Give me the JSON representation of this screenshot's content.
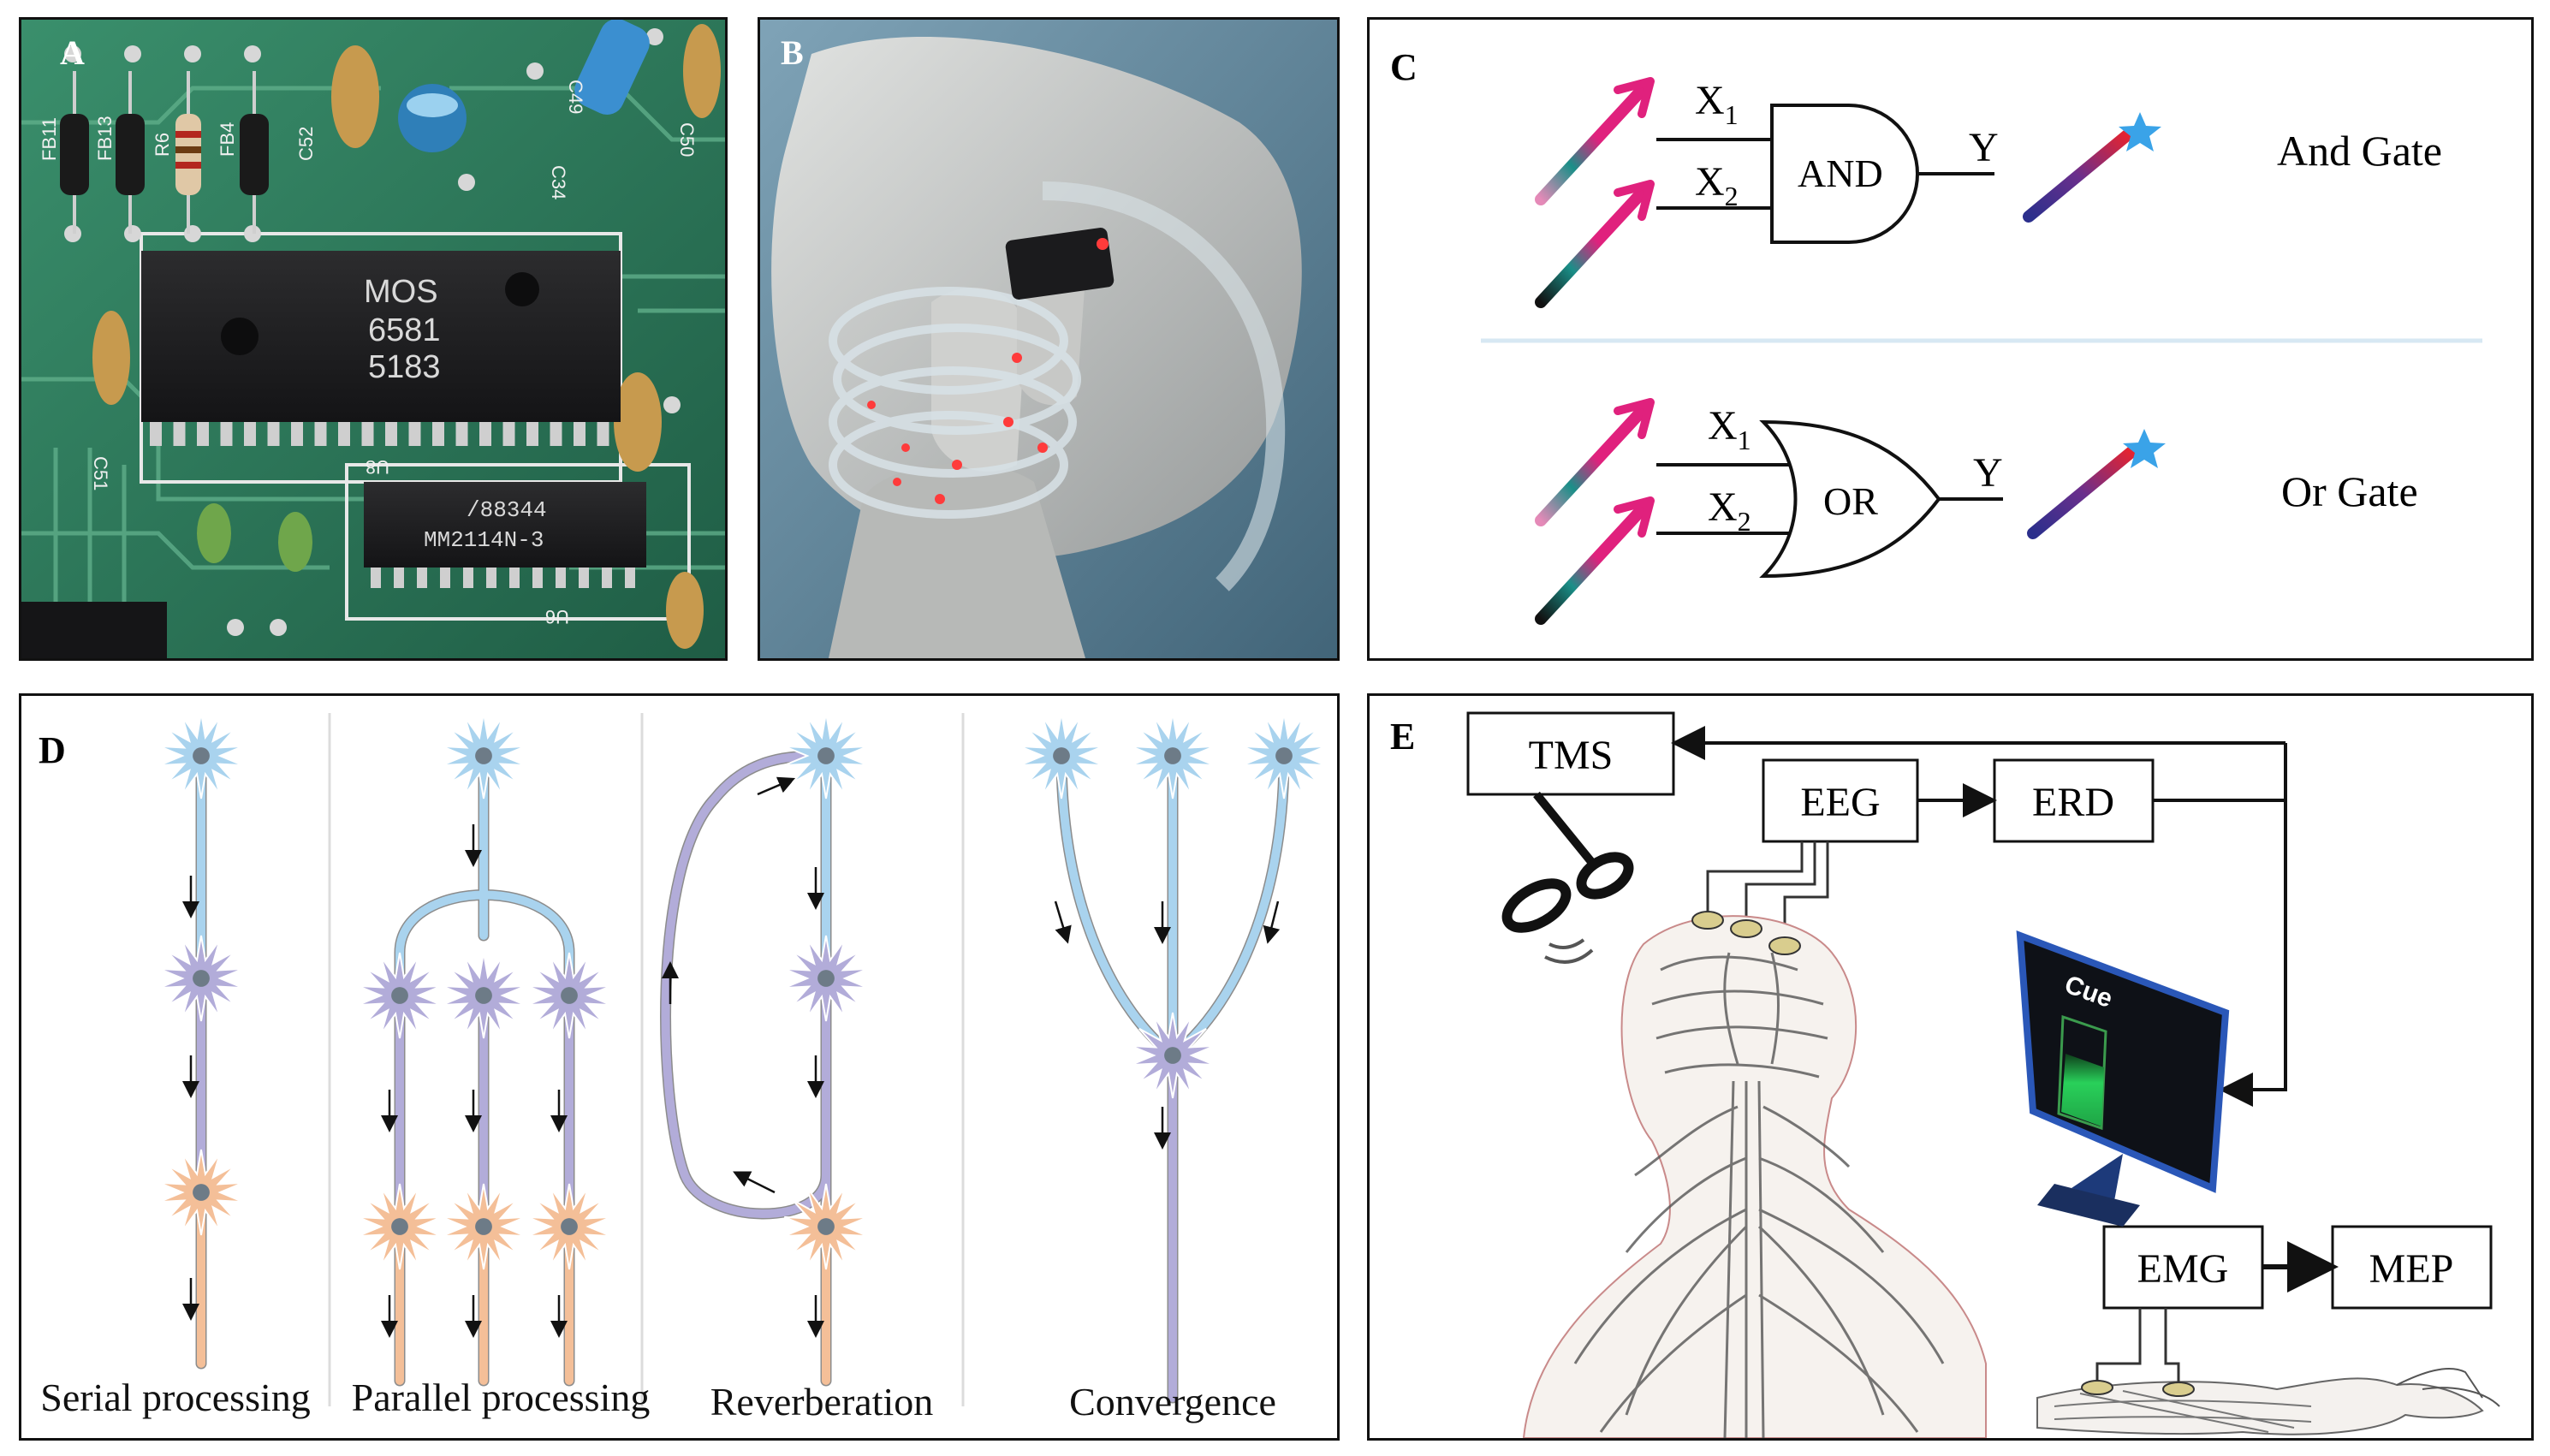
{
  "figure": {
    "panels": [
      {
        "id": "A",
        "label": "A",
        "content": "photo-circuit-board",
        "chip_marks": [
          "6581",
          "5183",
          "/88344",
          "MM2114N-3"
        ],
        "board_marks": [
          "FB11",
          "FB13",
          "R6",
          "FB4",
          "C52",
          "C49",
          "C34",
          "C50",
          "C51",
          "U8",
          "U6"
        ]
      },
      {
        "id": "B",
        "label": "B",
        "content": "photo-flexible-led-circuit"
      },
      {
        "id": "C",
        "label": "C",
        "gates": [
          {
            "type": "AND",
            "symbol_text": "AND",
            "inputs": [
              "X",
              "X"
            ],
            "subscripts": [
              "1",
              "2"
            ],
            "output": "Y",
            "caption": "And Gate"
          },
          {
            "type": "OR",
            "symbol_text": "OR",
            "inputs": [
              "X",
              "X"
            ],
            "subscripts": [
              "1",
              "2"
            ],
            "output": "Y",
            "caption": "Or Gate"
          }
        ]
      },
      {
        "id": "D",
        "label": "D",
        "circuits": [
          "Serial processing",
          "Parallel processing",
          "Reverberation",
          "Convergence"
        ]
      },
      {
        "id": "E",
        "label": "E",
        "boxes": {
          "tms": "TMS",
          "eeg": "EEG",
          "erd": "ERD",
          "emg": "EMG",
          "mep": "MEP"
        },
        "screen_text": "Cue"
      }
    ]
  },
  "colors": {
    "neuron_blue": "#a9d3ee",
    "neuron_purple": "#b2acd9",
    "neuron_orange": "#f4bf98",
    "nucleus": "#6d7b87",
    "pcb_green": "#2f7a5c",
    "chip_black": "#1d1d1f",
    "wand_pink": "#e0217d",
    "wand_teal": "#1a8f88",
    "star_blue": "#3aa3e8",
    "screen_green": "#29d05a"
  }
}
